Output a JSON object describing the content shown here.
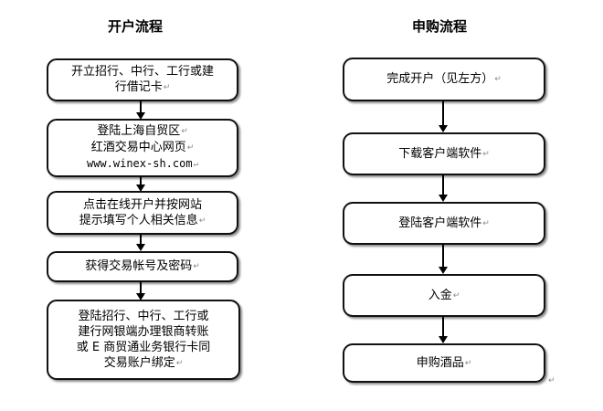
{
  "left_flow": {
    "title": "开户流程",
    "steps": [
      {
        "lines": [
          "开立招行、中行、工行或建",
          "行借记卡"
        ]
      },
      {
        "lines": [
          "登陆上海自贸区",
          "红酒交易中心网页",
          "www.winex-sh.com"
        ]
      },
      {
        "lines": [
          "点击在线开户并按网站",
          "提示填写个人相关信息"
        ]
      },
      {
        "lines": [
          "获得交易帐号及密码"
        ]
      },
      {
        "lines": [
          "登陆招行、中行、工行或",
          "建行网银端办理银商转账",
          "或 E 商贸通业务银行卡同",
          "交易账户绑定"
        ]
      }
    ]
  },
  "right_flow": {
    "title": "申购流程",
    "steps": [
      {
        "lines": [
          "完成开户（见左方）"
        ]
      },
      {
        "lines": [
          "下载客户端软件"
        ]
      },
      {
        "lines": [
          "登陆客户端软件"
        ]
      },
      {
        "lines": [
          "入金"
        ]
      },
      {
        "lines": [
          "申购酒品"
        ]
      }
    ]
  },
  "paragraph_mark": "↵"
}
